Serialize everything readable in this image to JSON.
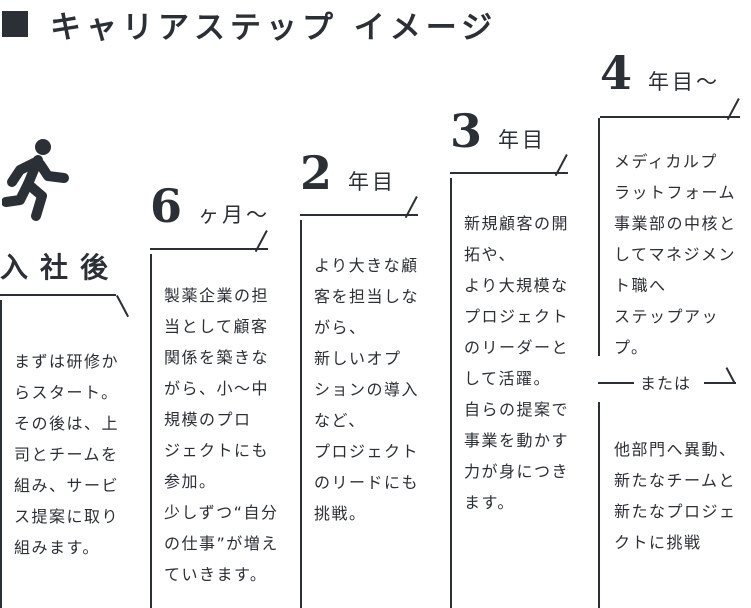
{
  "title": "キャリアステップ イメージ",
  "stages": [
    {
      "heading": "入社後",
      "description": [
        "まずは研修か",
        "らスタート。",
        "その後は、上",
        "司とチームを",
        "組み、サービ",
        "ス提案に取り",
        "組みます。"
      ]
    },
    {
      "number": "6",
      "unit": "ヶ月〜",
      "description": [
        "製薬企業の担",
        "当として顧客",
        "関係を築きな",
        "がら、小〜中",
        "規模のプロ",
        "ジェクトにも",
        "参加。",
        "少しずつ“自分",
        "の仕事”が増え",
        "ていきます。"
      ]
    },
    {
      "number": "2",
      "unit": "年目",
      "description": [
        "より大きな顧",
        "客を担当しな",
        "がら、",
        "新しいオプ",
        "ションの導入",
        "など、",
        "プロジェクト",
        "のリードにも",
        "挑戦。"
      ]
    },
    {
      "number": "3",
      "unit": "年目",
      "description": [
        "新規顧客の開",
        "拓や、",
        "より大規模な",
        "プロジェクト",
        "のリーダーと",
        "して活躍。",
        "自らの提案で",
        "事業を動かす",
        "力が身につき",
        "ます。"
      ]
    },
    {
      "number": "4",
      "unit": "年目〜",
      "description": [
        "メディカルプ",
        "ラットフォーム",
        "事業部の中核と",
        "してマネジメン",
        "ト職へ",
        "ステップアッ",
        "プ。"
      ],
      "or_label": "または",
      "alternative": [
        "他部門へ異動、",
        "新たなチームと",
        "新たなプロジェ",
        "クトに挑戦"
      ]
    }
  ]
}
